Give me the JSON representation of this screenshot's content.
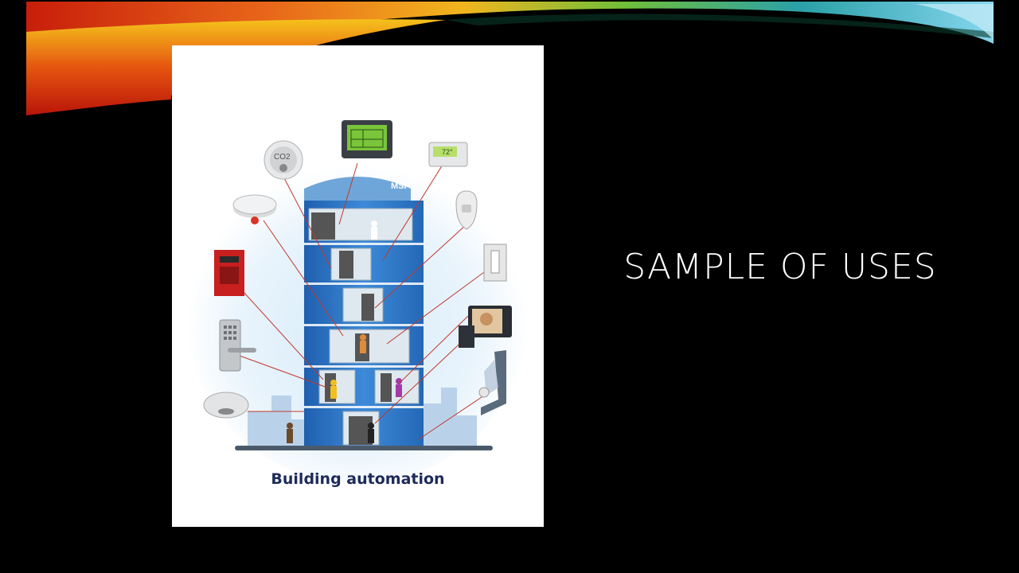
{
  "slide": {
    "title": "SAMPLE OF USES"
  },
  "figure": {
    "caption": "Building automation",
    "building_sign": "MSP",
    "thermostat_reading": "72°",
    "co2_label": "CO2",
    "devices": [
      "thermostat-panel-icon",
      "co2-detector-icon",
      "temperature-thermostat-icon",
      "smoke-detector-icon",
      "motion-sensor-icon",
      "fire-alarm-panel-icon",
      "light-switch-icon",
      "keypad-door-lock-icon",
      "video-intercom-icon",
      "card-reader-icon",
      "ceiling-sensor-icon",
      "window-sensor-icon"
    ]
  },
  "colors": {
    "background": "#000000",
    "title_text": "#ffffff",
    "caption_text": "#1d2a5a",
    "building_glass": "#2f7fd0",
    "connector_lines": "#c0392b"
  }
}
